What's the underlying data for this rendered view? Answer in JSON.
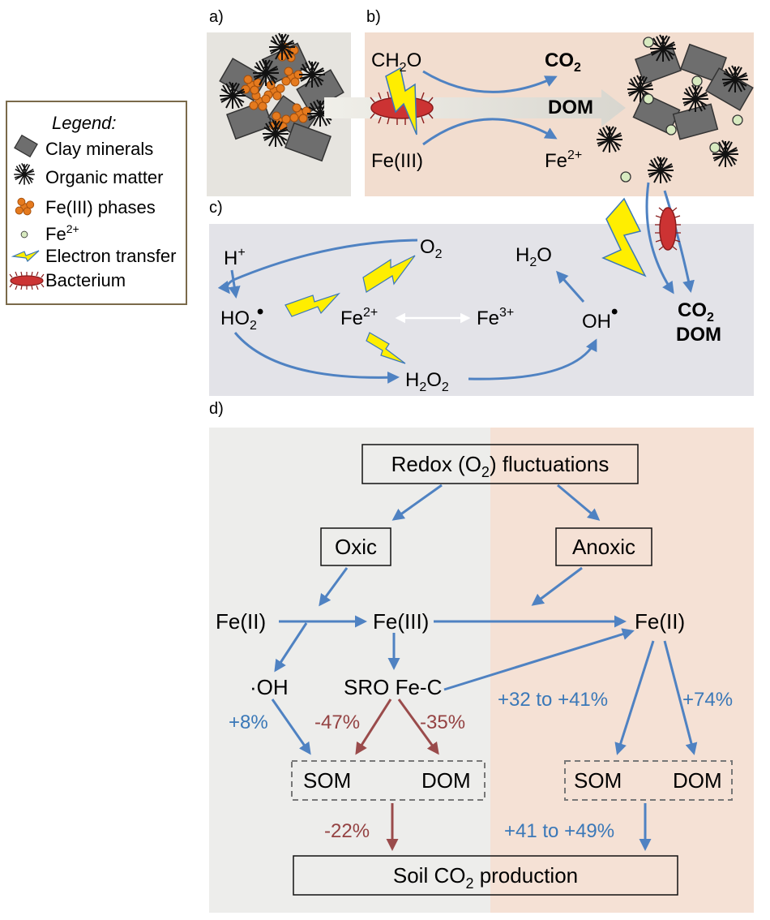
{
  "panel_labels": {
    "a": "a)",
    "b": "b)",
    "c": "c)",
    "d": "d)"
  },
  "legend": {
    "title": "Legend:",
    "items": [
      {
        "label": "Clay minerals",
        "icon": "clay-mineral-icon"
      },
      {
        "label": "Organic matter",
        "icon": "organic-matter-icon"
      },
      {
        "label": "Fe(III)  phases",
        "icon": "fe3-phase-icon"
      },
      {
        "label": "Fe",
        "sup": "2+",
        "icon": "fe2-icon"
      },
      {
        "label": "Electron transfer",
        "icon": "electron-transfer-icon"
      },
      {
        "label": "Bacterium",
        "icon": "bacterium-icon"
      }
    ]
  },
  "panel_b": {
    "ch2o": {
      "base": "CH",
      "sub": "2",
      "tail": "O"
    },
    "co2": {
      "base": "CO",
      "sub": "2"
    },
    "dom": "DOM",
    "fe3": "Fe(III)",
    "fe2": {
      "base": "Fe",
      "sup": "2+"
    }
  },
  "panel_c": {
    "h_plus": {
      "base": "H",
      "sup": "+"
    },
    "o2": {
      "base": "O",
      "sub": "2"
    },
    "h2o": {
      "base": "H",
      "sub": "2",
      "tail": "O"
    },
    "ho2": {
      "base": "HO",
      "sub": "2",
      "tail": "•"
    },
    "fe2": {
      "base": "Fe",
      "sup": "2+"
    },
    "fe3": {
      "base": "Fe",
      "sup": "3+"
    },
    "oh": {
      "base": "OH",
      "tail": "•"
    },
    "h2o2": {
      "base": "H",
      "sub1": "2",
      "mid": "O",
      "sub2": "2"
    },
    "co2": {
      "base": "CO",
      "sub": "2"
    },
    "dom": "DOM"
  },
  "panel_d": {
    "redox": {
      "before": "Redox (O",
      "sub": "2",
      "after": ") fluctuations"
    },
    "oxic": "Oxic",
    "anoxic": "Anoxic",
    "fe2_left": "Fe(II)",
    "fe3": "Fe(III)",
    "fe2_right": "Fe(II)",
    "oh": "·OH",
    "sro": "SRO Fe-C",
    "pct_oh": "+8%",
    "pct_som_left": "-47%",
    "pct_dom_left": "-35%",
    "pct_som_right": "+32 to +41%",
    "pct_dom_right": "+74%",
    "som_left": "SOM",
    "dom_left": "DOM",
    "som_right": "SOM",
    "dom_right": "DOM",
    "pct_co2_left": "-22%",
    "pct_co2_right": "+41 to +49%",
    "soil_co2": {
      "before": "Soil CO",
      "sub": "2",
      "after": " production"
    }
  },
  "colors": {
    "panel_a_bg": "#e6e4df",
    "panel_b_bg": "#f2ddcf",
    "panel_c_bg": "#e3e3e8",
    "panel_d_left_bg": "#ededeb",
    "panel_d_right_bg": "#f5e1d5",
    "arrow_blue": "#4f82c2",
    "arrow_red": "#9a4b4b",
    "text_blue": "#3a78b8",
    "text_red": "#944242",
    "bolt_yellow": "#ffee00",
    "bacterium_red": "#cc3333",
    "fe3_orange": "#e57a1e",
    "fe2_green": "#d8eac0",
    "clay_gray": "#6e6e6e"
  }
}
